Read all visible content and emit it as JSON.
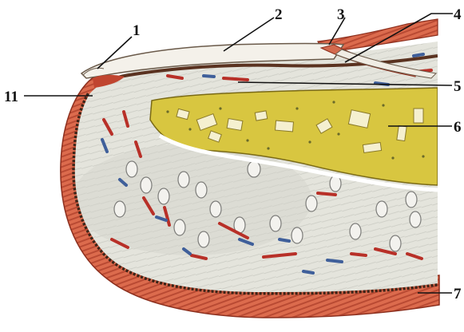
{
  "callouts": [
    {
      "id": "label-1",
      "text": "1"
    },
    {
      "id": "label-2",
      "text": "2"
    },
    {
      "id": "label-3",
      "text": "3"
    },
    {
      "id": "label-4",
      "text": "4"
    },
    {
      "id": "label-5",
      "text": "5"
    },
    {
      "id": "label-6",
      "text": "6"
    },
    {
      "id": "label-7",
      "text": "7"
    },
    {
      "id": "label-11",
      "text": "11"
    }
  ],
  "colors": {
    "skin": "#d9684b",
    "skin_dark": "#a63a26",
    "nail": "#f4f1ea",
    "tissue": "#e6e6df",
    "bone": "#d8c640",
    "artery": "#b83028",
    "vein": "#3f5f9a",
    "border": "#3c2418"
  }
}
